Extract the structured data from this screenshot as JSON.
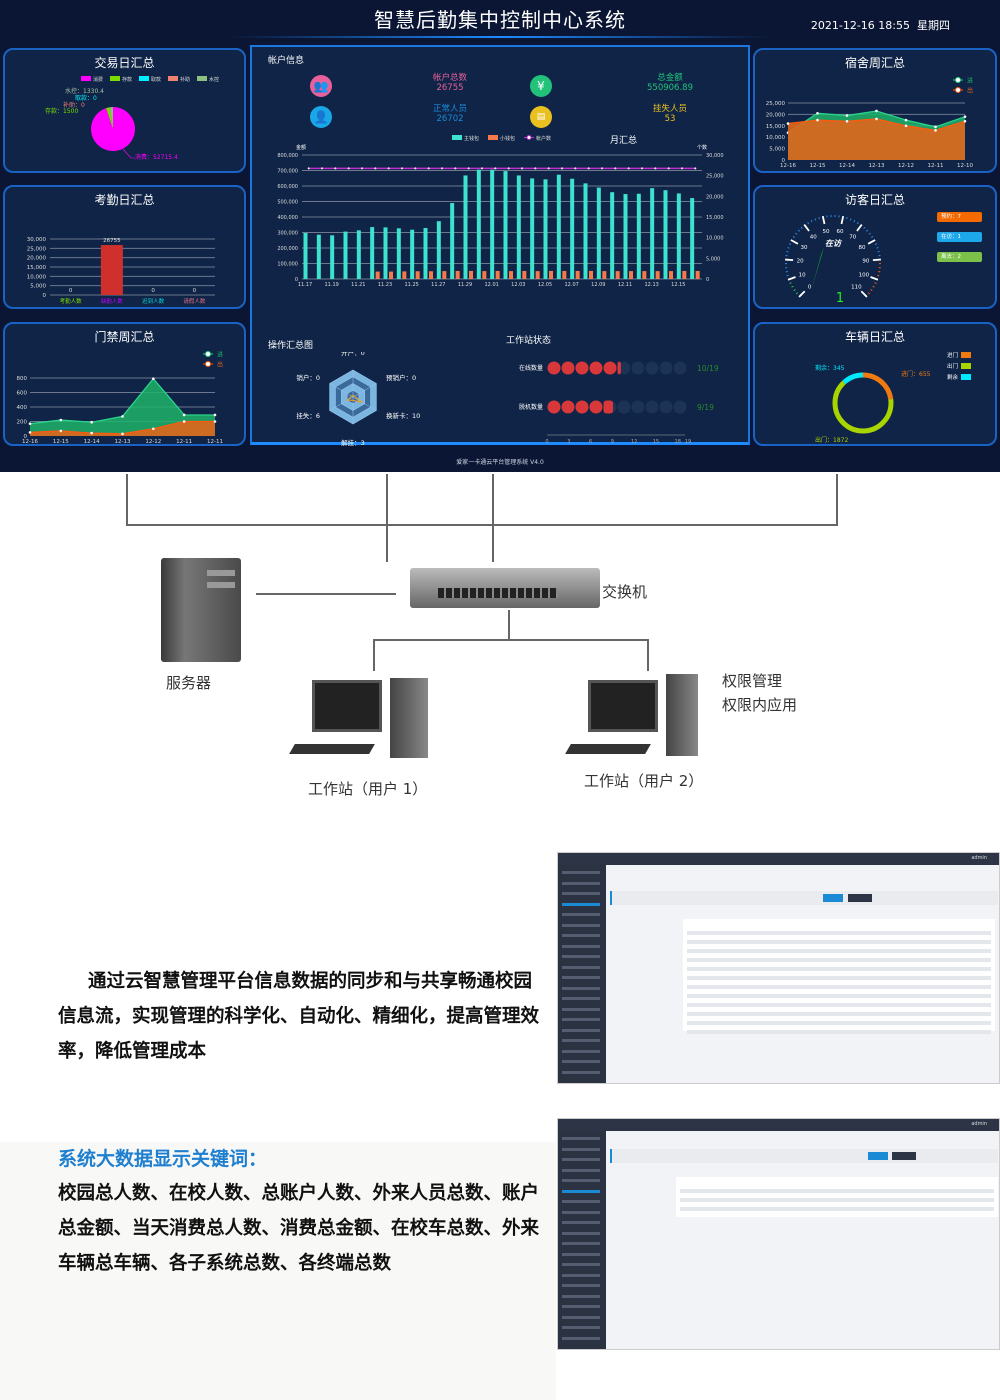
{
  "dashboard": {
    "title": "智慧后勤集中控制中心系统",
    "datetime": "2021-12-16 18:55",
    "weekday": "星期四",
    "footer": "爱家一卡通云平台管理系统 V4.0",
    "panels": {
      "trade": "交易日汇总",
      "attendance": "考勤日汇总",
      "gate": "门禁周汇总",
      "dorm": "宿舍周汇总",
      "visitor": "访客日汇总",
      "vehicle": "车辆日汇总",
      "account": "帐户信息",
      "monthly": "月汇总",
      "operation": "操作汇总图",
      "workstation": "工作站状态"
    },
    "account": {
      "items": [
        {
          "label": "帐户总数",
          "value": "26755",
          "color": "#e8609a",
          "icon": "people-icon"
        },
        {
          "label": "总金额",
          "value": "550906.89",
          "color": "#22c27a",
          "icon": "yen-icon"
        },
        {
          "label": "正常人员",
          "value": "26702",
          "color": "#1aa7e8",
          "icon": "user-icon"
        },
        {
          "label": "挂失人员",
          "value": "53",
          "color": "#e8c020",
          "icon": "card-icon"
        }
      ]
    },
    "operation": {
      "axes": [
        {
          "label": "开户",
          "value": 0
        },
        {
          "label": "预销户",
          "value": 0
        },
        {
          "label": "换新卡",
          "value": 10
        },
        {
          "label": "解挂",
          "value": 3
        },
        {
          "label": "挂失",
          "value": 6
        },
        {
          "label": "销户",
          "value": 0
        }
      ]
    },
    "workstation": {
      "rows": [
        {
          "label": "在线数量",
          "value": 10,
          "total": 19,
          "text": "10/19"
        },
        {
          "label": "脱机数量",
          "value": 9,
          "total": 19,
          "text": "9/19"
        }
      ],
      "ticks": [
        "0",
        "3",
        "6",
        "9",
        "12",
        "15",
        "18",
        "19"
      ]
    },
    "visitor": {
      "gauge_label": "在访",
      "value": "1",
      "gauge_ticks": [
        "0",
        "10",
        "20",
        "30",
        "40",
        "50",
        "60",
        "70",
        "80",
        "90",
        "100",
        "110"
      ],
      "tags": [
        {
          "text": "预约：7",
          "color": "#f26a00"
        },
        {
          "text": "在访：1",
          "color": "#1ea8ec"
        },
        {
          "text": "离去：2",
          "color": "#7cc24a"
        }
      ]
    }
  },
  "chart_data": [
    {
      "id": "trade",
      "type": "pie",
      "title": "交易日汇总",
      "legend": [
        "消费",
        "存款",
        "取款",
        "补助",
        "水控"
      ],
      "slices": [
        {
          "name": "消费",
          "value": 52715.4,
          "color": "#ff00ff",
          "label": "消费：52715.4"
        },
        {
          "name": "存款",
          "value": 1500,
          "color": "#7cdc00",
          "label": "存款：1500"
        },
        {
          "name": "取款",
          "value": 0,
          "color": "#00f0ff",
          "label": "取款：0"
        },
        {
          "name": "补助",
          "value": 0,
          "color": "#f08070",
          "label": "补助：0"
        },
        {
          "name": "水控",
          "value": 1330.4,
          "color": "#90c080",
          "label": "水控：1330.4"
        }
      ]
    },
    {
      "id": "attendance",
      "type": "bar",
      "title": "考勤日汇总",
      "categories": [
        "考勤人数",
        "缺勤人数",
        "迟到人数",
        "请假人数"
      ],
      "category_colors": [
        "#7cdc00",
        "#c000ff",
        "#00d8e0",
        "#e07080"
      ],
      "values": [
        0,
        26755,
        0,
        0
      ],
      "ylim": [
        0,
        30000
      ],
      "yticks": [
        "0",
        "5,000",
        "10,000",
        "15,000",
        "20,000",
        "25,000",
        "30,000"
      ]
    },
    {
      "id": "gate",
      "type": "area",
      "title": "门禁周汇总",
      "categories": [
        "12-16",
        "12-15",
        "12-14",
        "12-13",
        "12-12",
        "12-11",
        "12-11"
      ],
      "ylim": [
        0,
        800
      ],
      "yticks": [
        "0",
        "200",
        "400",
        "600",
        "800"
      ],
      "series": [
        {
          "name": "进",
          "color": "#1db36a",
          "values": [
            170,
            220,
            190,
            270,
            790,
            290,
            290
          ]
        },
        {
          "name": "出",
          "color": "#e0661a",
          "values": [
            50,
            70,
            40,
            30,
            100,
            200,
            200
          ]
        }
      ]
    },
    {
      "id": "dorm",
      "type": "area",
      "title": "宿舍周汇总",
      "categories": [
        "12-16",
        "12-15",
        "12-14",
        "12-13",
        "12-12",
        "12-11",
        "12-10"
      ],
      "ylim": [
        0,
        25000
      ],
      "yticks": [
        "0",
        "5,000",
        "10,000",
        "15,000",
        "20,000",
        "25,000"
      ],
      "series": [
        {
          "name": "进",
          "color": "#1db36a",
          "values": [
            12000,
            20500,
            19500,
            21500,
            17500,
            14500,
            19000
          ]
        },
        {
          "name": "出",
          "color": "#e0661a",
          "values": [
            16000,
            17500,
            17000,
            18000,
            15000,
            13000,
            17000
          ]
        }
      ]
    },
    {
      "id": "monthly",
      "type": "bar",
      "title": "月汇总",
      "ylabel": "金额",
      "y2label": "个数",
      "ylim": [
        0,
        800000
      ],
      "y2lim": [
        0,
        30000
      ],
      "yticks": [
        "0",
        "100,000",
        "200,000",
        "300,000",
        "400,000",
        "500,000",
        "600,000",
        "700,000",
        "800,000"
      ],
      "y2ticks": [
        "0",
        "5,000",
        "10,000",
        "15,000",
        "20,000",
        "25,000",
        "30,000"
      ],
      "categories": [
        "11.17",
        "11.18",
        "11.19",
        "11.20",
        "11.21",
        "11.22",
        "11.23",
        "11.24",
        "11.25",
        "11.26",
        "11.27",
        "11.28",
        "11.29",
        "11.30",
        "12.01",
        "12.02",
        "12.03",
        "12.04",
        "12.05",
        "12.06",
        "12.07",
        "12.08",
        "12.09",
        "12.10",
        "12.11",
        "12.12",
        "12.13",
        "12.14",
        "12.15",
        "12.16"
      ],
      "xticks": [
        "11.17",
        "11.19",
        "11.21",
        "11.23",
        "11.25",
        "11.27",
        "11.29",
        "12.01",
        "12.03",
        "12.05",
        "12.07",
        "12.09",
        "12.11",
        "12.13",
        "12.15"
      ],
      "series": [
        {
          "name": "主钱包",
          "color": "#3de3cf",
          "values": [
            297000,
            286000,
            282000,
            306000,
            314000,
            335000,
            333000,
            327000,
            318000,
            329000,
            373000,
            490000,
            668000,
            705000,
            705000,
            696000,
            668000,
            649000,
            643000,
            673000,
            647000,
            617000,
            590000,
            560000,
            548000,
            550000,
            586000,
            573000,
            552000,
            522000
          ]
        },
        {
          "name": "小钱包",
          "color": "#f6794a",
          "values": [
            0,
            0,
            0,
            0,
            0,
            48000,
            48000,
            49000,
            50000,
            50000,
            51000,
            52000,
            52000,
            51000,
            52000,
            51000,
            52000,
            51000,
            52000,
            52000,
            52000,
            52000,
            51000,
            51000,
            51000,
            51000,
            51000,
            51000,
            52000,
            52000
          ]
        },
        {
          "name": "帐户数",
          "color": "#c030d0",
          "axis": "right",
          "values": [
            26755,
            26755,
            26755,
            26755,
            26755,
            26755,
            26755,
            26755,
            26755,
            26755,
            26755,
            26755,
            26755,
            26755,
            26755,
            26755,
            26755,
            26755,
            26755,
            26755,
            26755,
            26755,
            26755,
            26755,
            26755,
            26755,
            26755,
            26755,
            26755,
            26755
          ]
        }
      ]
    },
    {
      "id": "vehicle",
      "type": "pie",
      "title": "车辆日汇总",
      "donut": true,
      "legend": [
        "进门",
        "出门",
        "剩余"
      ],
      "slices": [
        {
          "name": "进门",
          "value": 655,
          "color": "#f07a10",
          "label": "进门：655"
        },
        {
          "name": "出门",
          "value": 1872,
          "color": "#a8d400",
          "label": "出门：1872"
        },
        {
          "name": "剩余",
          "value": 345,
          "color": "#00eaff",
          "label": "剩余：345"
        }
      ]
    }
  ],
  "network": {
    "switch": "交换机",
    "server": "服务器",
    "ws1": "工作站（用户 1）",
    "ws2": "工作站（用户 2）",
    "perm1": "权限管理",
    "perm2": "权限内应用"
  },
  "intro": "通过云智慧管理平台信息数据的同步和与共享畅通校园信息流，实现管理的科学化、自动化、精细化，提高管理效率，降低管理成本",
  "keywords": {
    "title": "系统大数据显示关键词：",
    "text": "校园总人数、在校人数、总账户人数、外来人员总数、账户总金额、当天消费总人数、消费总金额、在校车总数、外来车辆总车辆、各子系统总数、各终端总数"
  },
  "screens": {
    "user": "admin",
    "accent": "#1a8ad4"
  }
}
